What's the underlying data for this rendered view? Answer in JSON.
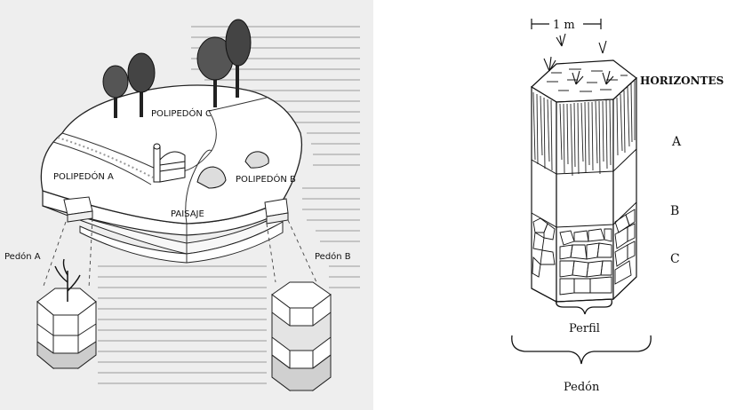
{
  "left_diagram": {
    "labels": {
      "polipedon_c": "POLIPEDÓN C",
      "polipedon_a": "POLIPEDÓN A",
      "polipedon_b": "POLIPEDÓN B",
      "paisaje": "PAISAJE",
      "pedon_a": "Pedón A",
      "pedon_b": "Pedón B"
    }
  },
  "right_diagram": {
    "scale_label": "1 m",
    "horizons_title": "HORIZONTES",
    "horizons": [
      "A",
      "B",
      "C"
    ],
    "perfil_label": "Perfil",
    "pedon_label": "Pedón"
  }
}
